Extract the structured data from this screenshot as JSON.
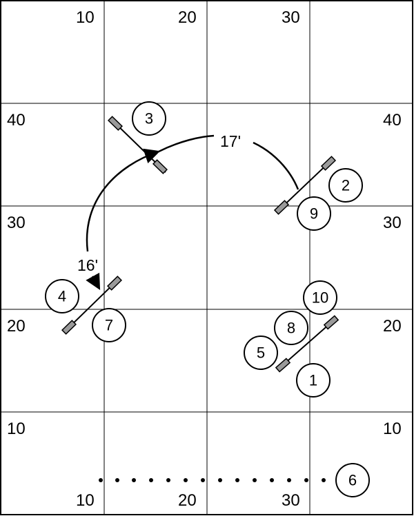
{
  "grid_labels": {
    "top": [
      "10",
      "20",
      "30"
    ],
    "bottom": [
      "10",
      "20",
      "30"
    ],
    "left": [
      "40",
      "30",
      "20",
      "10"
    ],
    "right": [
      "40",
      "30",
      "20",
      "10"
    ]
  },
  "obstacles": [
    {
      "num": "1"
    },
    {
      "num": "2"
    },
    {
      "num": "3"
    },
    {
      "num": "4"
    },
    {
      "num": "5"
    },
    {
      "num": "6"
    },
    {
      "num": "7"
    },
    {
      "num": "8"
    },
    {
      "num": "9"
    },
    {
      "num": "10"
    }
  ],
  "distances": {
    "arc_top": "17'",
    "arc_left": "16'"
  },
  "colors": {
    "line": "#000000",
    "bar_fill": "#9a9a9a",
    "background": "#ffffff"
  }
}
